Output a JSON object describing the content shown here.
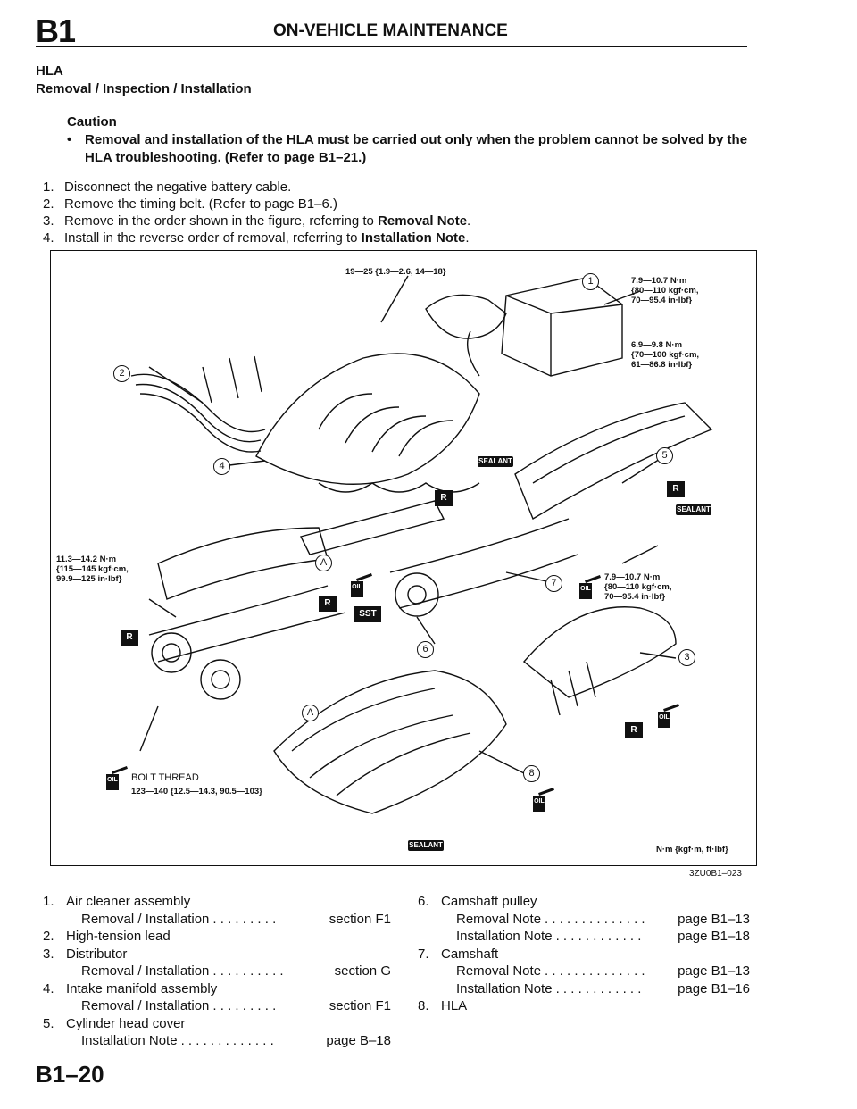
{
  "header": {
    "section_code": "B1",
    "title": "ON-VEHICLE MAINTENANCE"
  },
  "section": {
    "title": "HLA",
    "subtitle": "Removal / Inspection / Installation"
  },
  "caution": {
    "heading": "Caution",
    "bullet": "Removal and installation of the HLA must be carried out only when the problem cannot be solved by the HLA troubleshooting. (Refer to page B1–21.)",
    "line1": "Removal and installation of the HLA must be carried out only when the problem cannot be",
    "line2": "solved by the HLA troubleshooting. (Refer to page B1–21.)"
  },
  "steps": [
    {
      "num": "1.",
      "text": "Disconnect the negative battery cable.",
      "bold": "",
      "tail": ""
    },
    {
      "num": "2.",
      "text": "Remove the timing belt. (Refer to page B1–6.)",
      "bold": "",
      "tail": ""
    },
    {
      "num": "3.",
      "text": "Remove in the order shown in the figure, referring to ",
      "bold": "Removal Note",
      "tail": "."
    },
    {
      "num": "4.",
      "text": "Install in the reverse order of removal, referring to ",
      "bold": "Installation Note",
      "tail": "."
    }
  ],
  "figure": {
    "code": "3ZU0B1–023",
    "units": "N·m {kgf·m, ft·lbf}",
    "torque_top": "19—25 {1.9—2.6, 14—18}",
    "torque_right1": [
      "7.9—10.7 N·m",
      "{80—110 kgf·cm,",
      "70—95.4 in·lbf}"
    ],
    "torque_right2": [
      "6.9—9.8 N·m",
      "{70—100 kgf·cm,",
      "61—86.8 in·lbf}"
    ],
    "torque_left": [
      "11.3—14.2 N·m",
      "{115—145 kgf·cm,",
      "99.9—125 in·lbf}"
    ],
    "torque_mid": [
      "7.9—10.7 N·m",
      "{80—110 kgf·cm,",
      "70—95.4 in·lbf}"
    ],
    "bolt_thread": "BOLT THREAD",
    "bolt_torque": "123—140 {12.5—14.3, 90.5—103}",
    "markers": [
      "①",
      "②",
      "③",
      "④",
      "⑤",
      "⑥",
      "⑦",
      "⑧"
    ],
    "marker_a": "Ⓐ",
    "tag_r": "R",
    "tag_sst": "SST",
    "tag_oil": "OIL",
    "tag_sealant": "SEALANT"
  },
  "legend_left": [
    {
      "num": "1.",
      "name": "Air cleaner assembly",
      "subs": [
        {
          "label": "Removal / Installation",
          "dots": ". . . . . . . . .",
          "ref": "section F1"
        }
      ]
    },
    {
      "num": "2.",
      "name": "High-tension lead",
      "subs": []
    },
    {
      "num": "3.",
      "name": "Distributor",
      "subs": [
        {
          "label": "Removal / Installation",
          "dots": ". . . . . . . . . .",
          "ref": "section G"
        }
      ]
    },
    {
      "num": "4.",
      "name": "Intake manifold assembly",
      "subs": [
        {
          "label": "Removal / Installation",
          "dots": ". . . . . . . . .",
          "ref": "section F1"
        }
      ]
    },
    {
      "num": "5.",
      "name": "Cylinder head cover",
      "subs": [
        {
          "label": "Installation Note",
          "dots": ". . . . . . . . . . . . .",
          "ref": "page B–18"
        }
      ]
    }
  ],
  "legend_right": [
    {
      "num": "6.",
      "name": "Camshaft pulley",
      "subs": [
        {
          "label": "Removal Note",
          "dots": ". . . . . . . . . . . . . .",
          "ref": "page B1–13"
        },
        {
          "label": "Installation Note",
          "dots": ". . . . . . . . . . . .",
          "ref": "page B1–18"
        }
      ]
    },
    {
      "num": "7.",
      "name": "Camshaft",
      "subs": [
        {
          "label": "Removal Note",
          "dots": ". . . . . . . . . . . . . .",
          "ref": "page B1–13"
        },
        {
          "label": "Installation Note",
          "dots": ". . . . . . . . . . . .",
          "ref": "page B1–16"
        }
      ]
    },
    {
      "num": "8.",
      "name": "HLA",
      "subs": []
    }
  ],
  "page_number": "B1–20"
}
